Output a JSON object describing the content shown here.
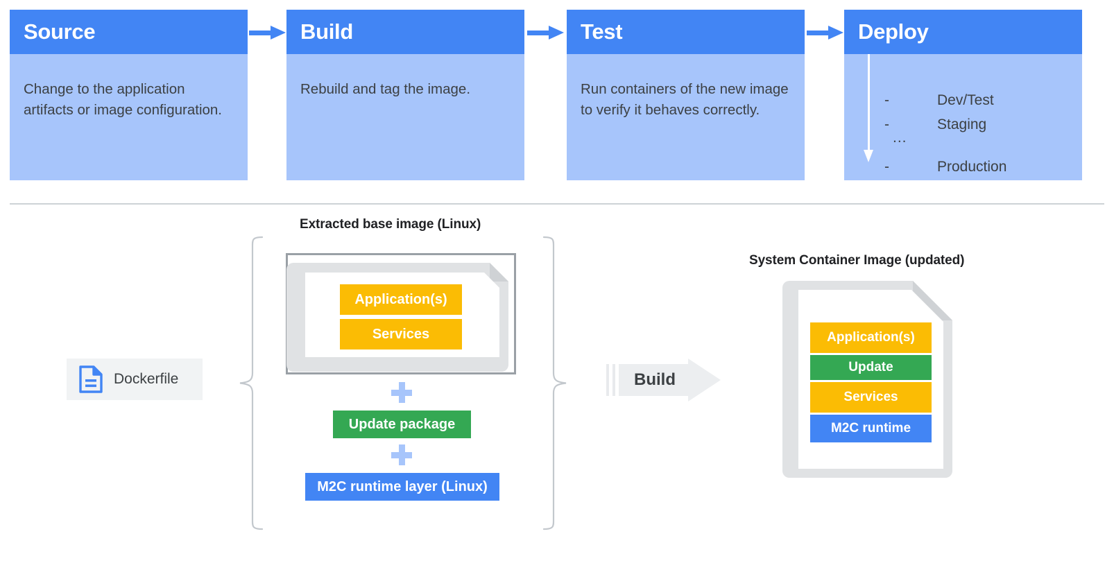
{
  "pipeline": {
    "stages": [
      {
        "title": "Source",
        "body": "Change to the application artifacts or image configuration."
      },
      {
        "title": "Build",
        "body": "Rebuild and tag the image."
      },
      {
        "title": "Test",
        "body": "Run containers of the new image to verify it behaves correctly."
      },
      {
        "title": "Deploy",
        "body": ""
      }
    ],
    "deploy_list": {
      "dash": "-",
      "ellipsis": "...",
      "items": [
        "Dev/Test",
        "Staging",
        "Production"
      ]
    },
    "connector_icon": "arrow-right-icon",
    "deploy_flow_icon": "arrow-down-icon"
  },
  "lower": {
    "left_caption": "Extracted base image (Linux)",
    "right_caption": "System Container Image (updated)",
    "dockerfile": {
      "label": "Dockerfile",
      "icon": "file-document-icon"
    },
    "build_arrow": {
      "label": "Build",
      "icon": "arrow-right-block-icon"
    },
    "plus_symbol": "+",
    "base_image_layers": [
      {
        "label": "Application(s)",
        "color": "#fbbc04"
      },
      {
        "label": "Services",
        "color": "#fbbc04"
      }
    ],
    "added_layers": [
      {
        "label": "Update package",
        "color": "#34a853"
      },
      {
        "label": "M2C runtime layer (Linux)",
        "color": "#4285f4"
      }
    ],
    "result_layers": [
      {
        "label": "Application(s)",
        "color": "#fbbc04"
      },
      {
        "label": "Update",
        "color": "#34a853"
      },
      {
        "label": "Services",
        "color": "#fbbc04"
      },
      {
        "label": "M2C runtime",
        "color": "#4285f4"
      }
    ]
  },
  "colors": {
    "header_blue": "#4285f4",
    "body_blue": "#a7c5fb",
    "yellow": "#fbbc04",
    "green": "#34a853",
    "blue": "#4285f4",
    "gray_border": "#dadce0",
    "divider": "#cdd2d6",
    "text": "#3c4043"
  }
}
